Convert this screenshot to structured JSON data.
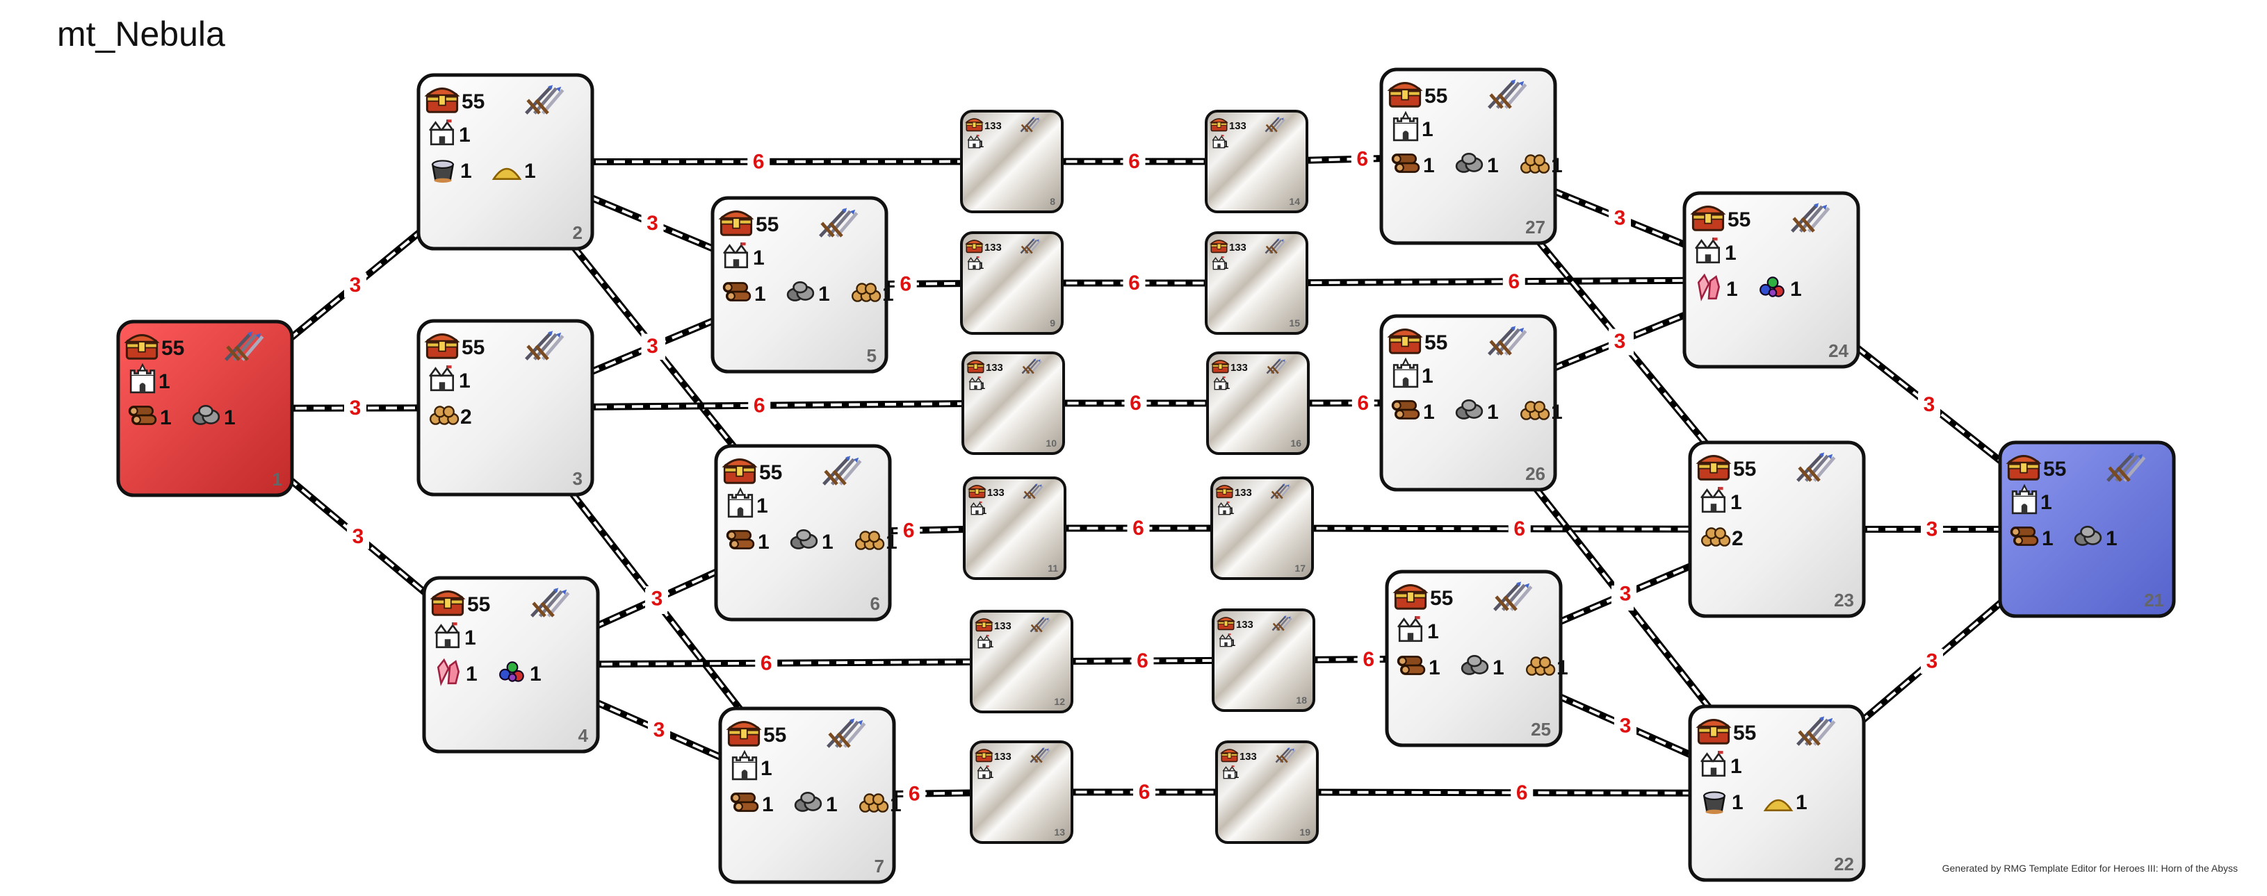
{
  "title": "mt_Nebula",
  "footer": "Generated by RMG Template Editor for Heroes III: Horn of the Abyss",
  "colors": {
    "player1": "#d93a3a",
    "player2": "#6c79d8",
    "neutral": "#eeeeee",
    "connection_value": "#e01010"
  },
  "icons": {
    "treasure": "treasure-chest-icon",
    "monsters": "crossed-swords-icon",
    "town": "town-icon",
    "castle": "castle-icon",
    "wood": "wood-icon",
    "ore": "ore-icon",
    "resource_pile": "gold-pile-icon",
    "mercury": "mercury-icon",
    "sulfur": "sulfur-icon",
    "crystal": "crystal-icon",
    "gems": "gems-icon"
  },
  "zones": [
    {
      "id": "1",
      "owner": "red",
      "treasure": "55",
      "town": "castle",
      "town_count": "1",
      "resources": [
        [
          "wood",
          "1"
        ],
        [
          "ore",
          "1"
        ]
      ]
    },
    {
      "id": "2",
      "treasure": "55",
      "town": "town",
      "town_count": "1",
      "resources": [
        [
          "mercury",
          "1"
        ],
        [
          "sulfur",
          "1"
        ]
      ]
    },
    {
      "id": "3",
      "treasure": "55",
      "town": "town",
      "town_count": "1",
      "resources": [
        [
          "resource_pile",
          "2"
        ]
      ]
    },
    {
      "id": "4",
      "treasure": "55",
      "town": "town",
      "town_count": "1",
      "resources": [
        [
          "crystal",
          "1"
        ],
        [
          "gems",
          "1"
        ]
      ]
    },
    {
      "id": "5",
      "treasure": "55",
      "town": "town",
      "town_count": "1",
      "resources": [
        [
          "wood",
          "1"
        ],
        [
          "ore",
          "1"
        ],
        [
          "resource_pile",
          "1"
        ]
      ]
    },
    {
      "id": "6",
      "treasure": "55",
      "town": "castle",
      "town_count": "1",
      "resources": [
        [
          "wood",
          "1"
        ],
        [
          "ore",
          "1"
        ],
        [
          "resource_pile",
          "1"
        ]
      ]
    },
    {
      "id": "7",
      "treasure": "55",
      "town": "castle",
      "town_count": "1",
      "resources": [
        [
          "wood",
          "1"
        ],
        [
          "ore",
          "1"
        ],
        [
          "resource_pile",
          "1"
        ]
      ]
    },
    {
      "id": "8",
      "small": true,
      "treasure": "133"
    },
    {
      "id": "9",
      "small": true,
      "treasure": "133"
    },
    {
      "id": "10",
      "small": true,
      "treasure": "133"
    },
    {
      "id": "11",
      "small": true,
      "treasure": "133"
    },
    {
      "id": "12",
      "small": true,
      "treasure": "133"
    },
    {
      "id": "13",
      "small": true,
      "treasure": "133"
    },
    {
      "id": "14",
      "small": true,
      "treasure": "133"
    },
    {
      "id": "15",
      "small": true,
      "treasure": "133"
    },
    {
      "id": "16",
      "small": true,
      "treasure": "133"
    },
    {
      "id": "17",
      "small": true,
      "treasure": "133"
    },
    {
      "id": "18",
      "small": true,
      "treasure": "133"
    },
    {
      "id": "19",
      "small": true,
      "treasure": "133"
    },
    {
      "id": "21",
      "owner": "blue",
      "treasure": "55",
      "town": "castle",
      "town_count": "1",
      "resources": [
        [
          "wood",
          "1"
        ],
        [
          "ore",
          "1"
        ]
      ]
    },
    {
      "id": "22",
      "treasure": "55",
      "town": "town",
      "town_count": "1",
      "resources": [
        [
          "mercury",
          "1"
        ],
        [
          "sulfur",
          "1"
        ]
      ]
    },
    {
      "id": "23",
      "treasure": "55",
      "town": "town",
      "town_count": "1",
      "resources": [
        [
          "resource_pile",
          "2"
        ]
      ]
    },
    {
      "id": "24",
      "treasure": "55",
      "town": "town",
      "town_count": "1",
      "resources": [
        [
          "crystal",
          "1"
        ],
        [
          "gems",
          "1"
        ]
      ]
    },
    {
      "id": "25",
      "treasure": "55",
      "town": "town",
      "town_count": "1",
      "resources": [
        [
          "wood",
          "1"
        ],
        [
          "ore",
          "1"
        ],
        [
          "resource_pile",
          "1"
        ]
      ]
    },
    {
      "id": "26",
      "treasure": "55",
      "town": "castle",
      "town_count": "1",
      "resources": [
        [
          "wood",
          "1"
        ],
        [
          "ore",
          "1"
        ],
        [
          "resource_pile",
          "1"
        ]
      ]
    },
    {
      "id": "27",
      "treasure": "55",
      "town": "castle",
      "town_count": "1",
      "resources": [
        [
          "wood",
          "1"
        ],
        [
          "ore",
          "1"
        ],
        [
          "resource_pile",
          "1"
        ]
      ]
    }
  ],
  "connections": [
    {
      "from": "1",
      "to": "2",
      "value": "3"
    },
    {
      "from": "1",
      "to": "3",
      "value": "3"
    },
    {
      "from": "1",
      "to": "4",
      "value": "3"
    },
    {
      "from": "2",
      "to": "5",
      "value": "3"
    },
    {
      "from": "2",
      "to": "6",
      "value": "3"
    },
    {
      "from": "3",
      "to": "5",
      "value": "3"
    },
    {
      "from": "3",
      "to": "7",
      "value": "3"
    },
    {
      "from": "4",
      "to": "6",
      "value": "3"
    },
    {
      "from": "4",
      "to": "7",
      "value": "3"
    },
    {
      "from": "2",
      "to": "8",
      "value": "6"
    },
    {
      "from": "5",
      "to": "9",
      "value": "6"
    },
    {
      "from": "3",
      "to": "10",
      "value": "6"
    },
    {
      "from": "6",
      "to": "11",
      "value": "6"
    },
    {
      "from": "4",
      "to": "12",
      "value": "6"
    },
    {
      "from": "7",
      "to": "13",
      "value": "6"
    },
    {
      "from": "8",
      "to": "14",
      "value": "6"
    },
    {
      "from": "9",
      "to": "15",
      "value": "6"
    },
    {
      "from": "10",
      "to": "16",
      "value": "6"
    },
    {
      "from": "11",
      "to": "17",
      "value": "6"
    },
    {
      "from": "12",
      "to": "18",
      "value": "6"
    },
    {
      "from": "13",
      "to": "19",
      "value": "6"
    },
    {
      "from": "14",
      "to": "27",
      "value": "6"
    },
    {
      "from": "15",
      "to": "24",
      "value": "6"
    },
    {
      "from": "16",
      "to": "26",
      "value": "6"
    },
    {
      "from": "17",
      "to": "23",
      "value": "6"
    },
    {
      "from": "18",
      "to": "25",
      "value": "6"
    },
    {
      "from": "19",
      "to": "22",
      "value": "6"
    },
    {
      "from": "27",
      "to": "24",
      "value": "3"
    },
    {
      "from": "27",
      "to": "23",
      "value": "3"
    },
    {
      "from": "26",
      "to": "24",
      "value": "3"
    },
    {
      "from": "26",
      "to": "22",
      "value": "3"
    },
    {
      "from": "25",
      "to": "23",
      "value": "3"
    },
    {
      "from": "25",
      "to": "22",
      "value": "3"
    },
    {
      "from": "24",
      "to": "21",
      "value": "3"
    },
    {
      "from": "23",
      "to": "21",
      "value": "3"
    },
    {
      "from": "22",
      "to": "21",
      "value": "3"
    }
  ]
}
